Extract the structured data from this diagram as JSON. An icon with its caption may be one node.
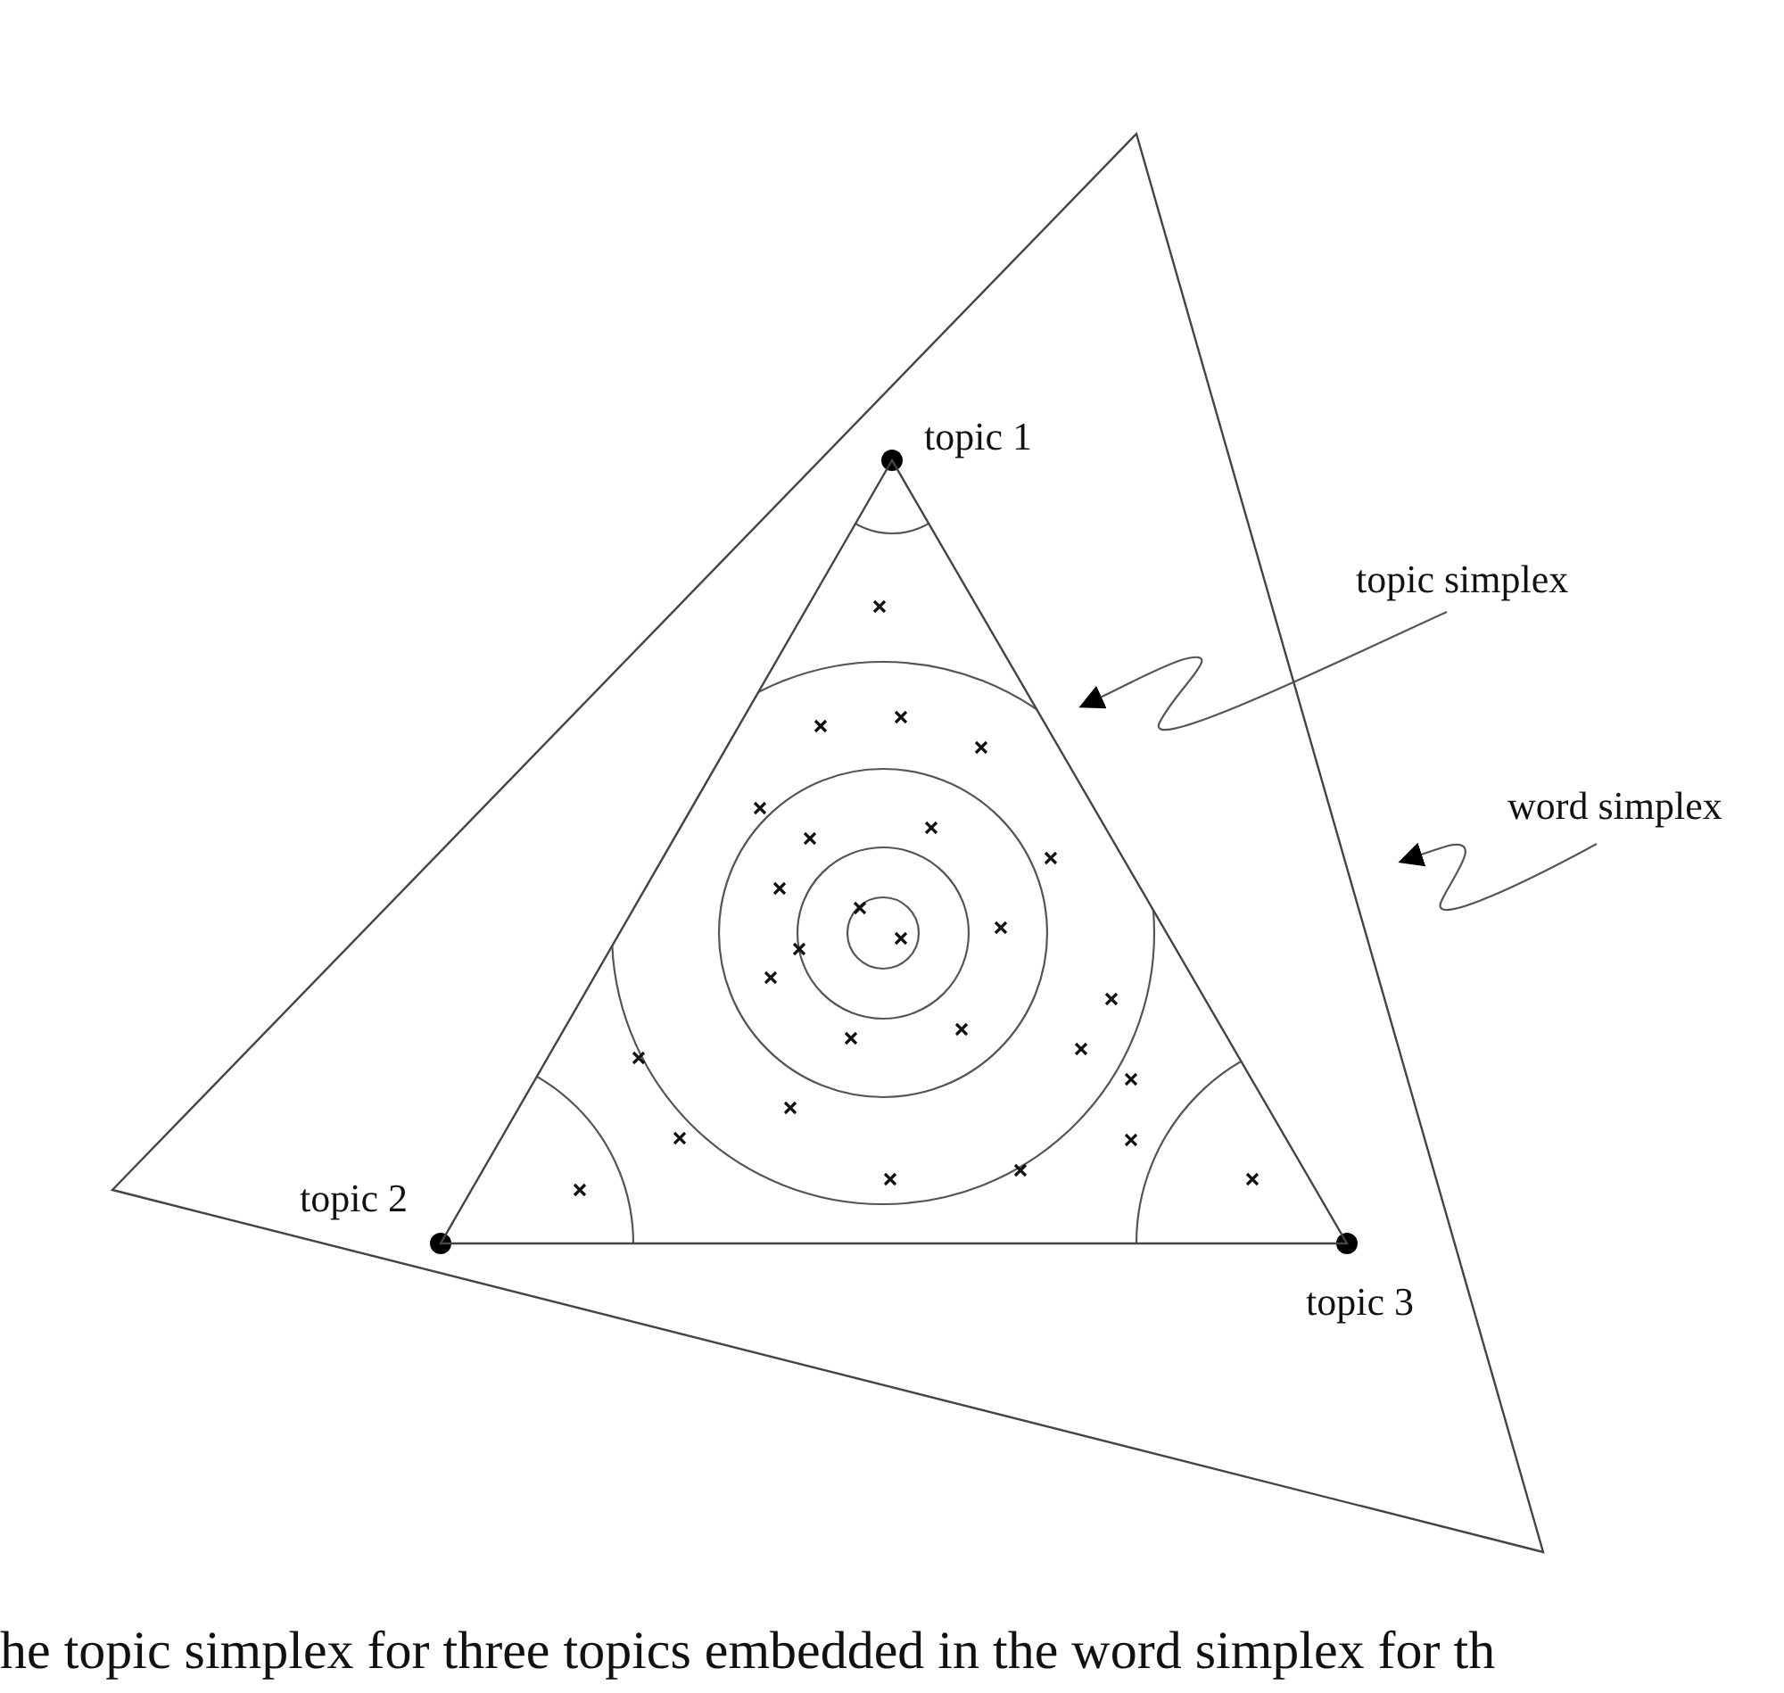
{
  "diagram": {
    "caption": "he topic simplex for three topics embedded in the word simplex for th",
    "nodes": [
      {
        "text": [],
        "shape": "triangle"
      },
      {
        "text": [],
        "shape": "triangle",
        "in": 0,
        "beside": [
          "topic 1",
          "topic 2",
          "topic 3"
        ]
      },
      {
        "text": [
          "topic simplex"
        ]
      },
      {
        "text": [
          "word simplex"
        ]
      }
    ],
    "edges": [
      {
        "from": 2,
        "to": 1,
        "arrow": "to"
      },
      {
        "from": 3,
        "to": 0,
        "arrow": "to"
      }
    ]
  }
}
